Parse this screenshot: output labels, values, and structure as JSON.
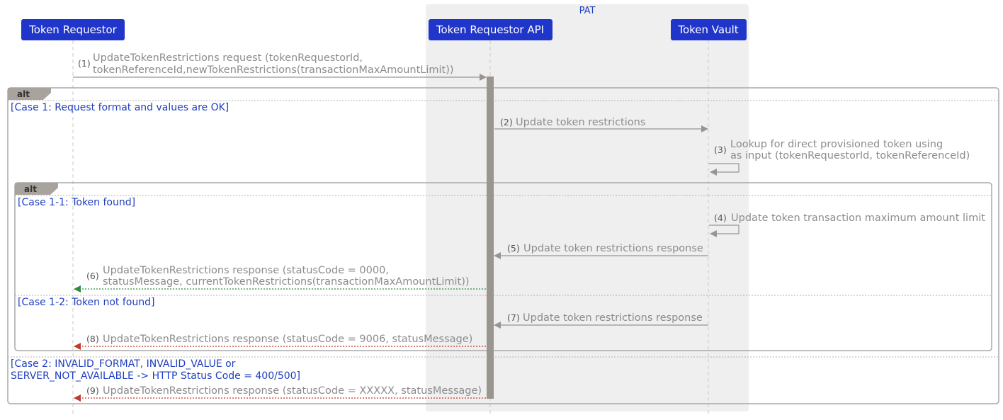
{
  "box": {
    "title": "PAT"
  },
  "actors": {
    "token_requestor": "Token Requestor",
    "token_requestor_api": "Token Requestor API",
    "token_vault": "Token Vault"
  },
  "frames": {
    "outer_label": "alt",
    "inner_label": "alt"
  },
  "guards": {
    "case1": "[Case 1: Request format and values are OK]",
    "case1_1": "[Case 1-1: Token found]",
    "case1_2": "[Case 1-2: Token not found]",
    "case2_line1": "[Case 2: INVALID_FORMAT, INVALID_VALUE or",
    "case2_line2": "SERVER_NOT_AVAILABLE -> HTTP Status Code = 400/500]"
  },
  "messages": {
    "m1_num": "(1)",
    "m1_line1": "UpdateTokenRestrictions request (tokenRequestorId,",
    "m1_line2": "tokenReferenceId,newTokenRestrictions(transactionMaxAmountLimit))",
    "m2_num": "(2)",
    "m2_text": "Update token restrictions",
    "m3_num": "(3)",
    "m3_line1": "Lookup for direct provisioned token using",
    "m3_line2": "as input (tokenRequestorId, tokenReferenceId)",
    "m4_num": "(4)",
    "m4_text": "Update token transaction maximum amount limit",
    "m5_num": "(5)",
    "m5_text": "Update token restrictions response",
    "m6_num": "(6)",
    "m6_line1": "UpdateTokenRestrictions response (statusCode = 0000,",
    "m6_line2": "statusMessage, currentTokenRestrictions(transactionMaxAmountLimit))",
    "m7_num": "(7)",
    "m7_text": "Update token restrictions response",
    "m8_num": "(8)",
    "m8_text": "UpdateTokenRestrictions response (statusCode = 9006, statusMessage)",
    "m9_num": "(9)",
    "m9_text": "UpdateTokenRestrictions response (statusCode = XXXXX, statusMessage)"
  },
  "colors": {
    "actor_fill": "#2035c9",
    "guard_text": "#1f3fbf",
    "success_arrow": "#2e8b3e",
    "error_arrow": "#c0392b",
    "arrow_gray": "#999490",
    "activation": "#9a958f",
    "box_fill": "#efefef"
  }
}
